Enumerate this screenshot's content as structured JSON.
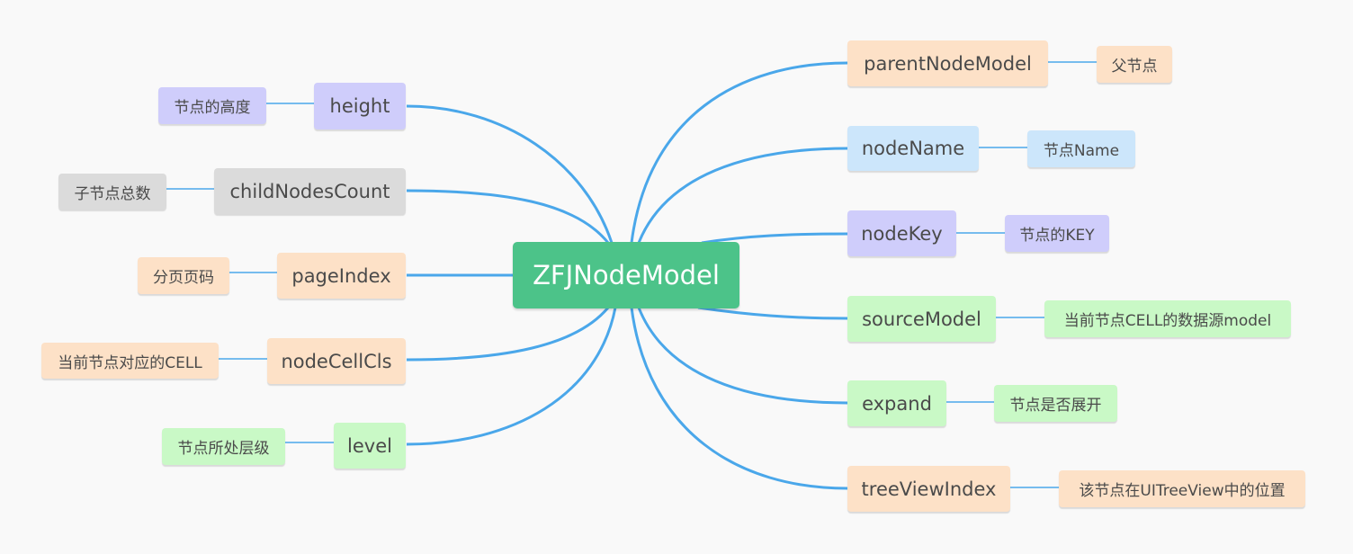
{
  "root": {
    "label": "ZFJNodeModel"
  },
  "connector_color": "#4aa7ea",
  "node_colors": {
    "root": "#4cc389",
    "purple": "#cfcdfb",
    "gray": "#dbdbdb",
    "orange": "#fde1c7",
    "green": "#c9f9c6",
    "blue": "#cce6fb"
  },
  "left_branches": [
    {
      "label": "height",
      "color": "purple",
      "leaf": {
        "label": "节点的高度",
        "color": "purple"
      }
    },
    {
      "label": "childNodesCount",
      "color": "gray",
      "leaf": {
        "label": "子节点总数",
        "color": "gray"
      }
    },
    {
      "label": "pageIndex",
      "color": "orange",
      "leaf": {
        "label": "分页页码",
        "color": "orange"
      }
    },
    {
      "label": "nodeCellCls",
      "color": "orange",
      "leaf": {
        "label": "当前节点对应的CELL",
        "color": "orange"
      }
    },
    {
      "label": "level",
      "color": "green",
      "leaf": {
        "label": "节点所处层级",
        "color": "green"
      }
    }
  ],
  "right_branches": [
    {
      "label": "parentNodeModel",
      "color": "orange",
      "leaf": {
        "label": "父节点",
        "color": "orange"
      }
    },
    {
      "label": "nodeName",
      "color": "blue",
      "leaf": {
        "label": "节点Name",
        "color": "blue"
      }
    },
    {
      "label": "nodeKey",
      "color": "purple",
      "leaf": {
        "label": "节点的KEY",
        "color": "purple"
      }
    },
    {
      "label": "sourceModel",
      "color": "green",
      "leaf": {
        "label": "当前节点CELL的数据源model",
        "color": "green"
      }
    },
    {
      "label": "expand",
      "color": "green",
      "leaf": {
        "label": "节点是否展开",
        "color": "green"
      }
    },
    {
      "label": "treeViewIndex",
      "color": "orange",
      "leaf": {
        "label": "该节点在UITreeView中的位置",
        "color": "orange"
      }
    }
  ]
}
